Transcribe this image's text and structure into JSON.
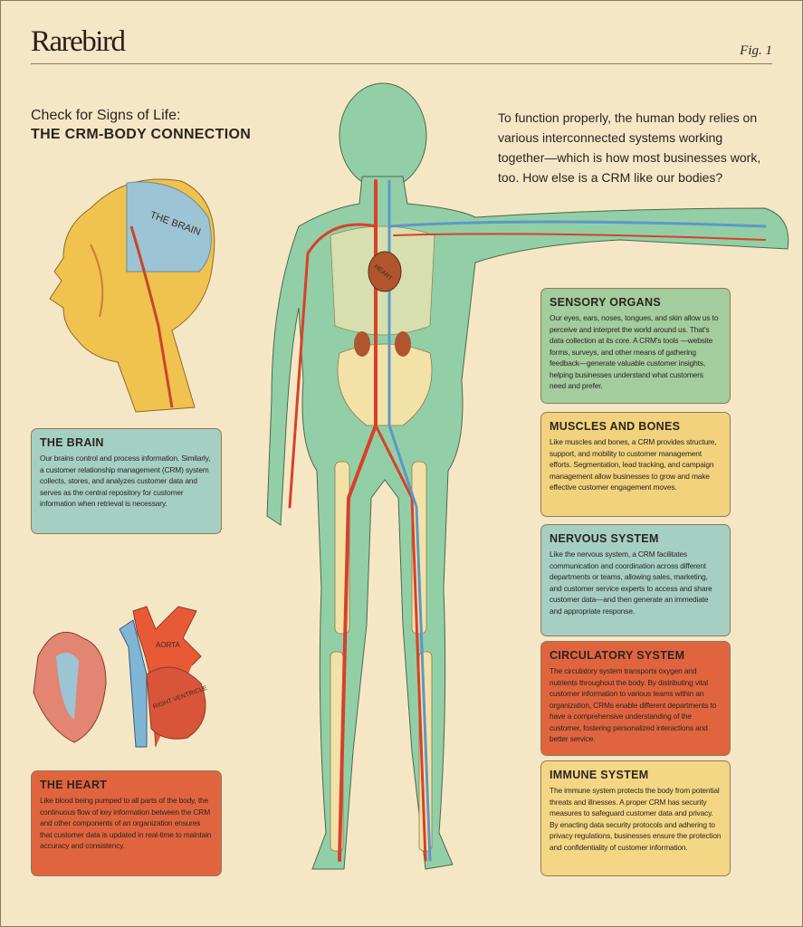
{
  "header": {
    "logo": "Rarebird",
    "fig": "Fig. 1"
  },
  "headline": {
    "kicker": "Check for Signs of Life:",
    "title": "THE CRM-BODY CONNECTION"
  },
  "intro": "To function properly, the human body relies on various interconnected systems working together—which is how most businesses work, too. How else is a CRM like our bodies?",
  "illustration_labels": {
    "brain": "THE BRAIN",
    "heart": "HEART",
    "aorta": "AORTA",
    "right_ventricle": "RIGHT VENTRICLE"
  },
  "cards": {
    "brain": {
      "title": "THE BRAIN",
      "body": "Our brains control and process information. Similarly, a customer relationship management (CRM) system collects, stores, and analyzes customer data and serves as the central repository for customer information when retrieval is necessary.",
      "color": "#a6cfc3"
    },
    "heart": {
      "title": "THE HEART",
      "body": "Like blood being pumped to all parts of the body, the continuous flow of key information between the CRM and other components of an organization ensures that customer data is updated in real-time to maintain accuracy and consistency.",
      "color": "#e0653f"
    },
    "sensory": {
      "title": "SENSORY ORGANS",
      "body": "Our eyes, ears, noses, tongues, and skin allow us to perceive and interpret the world around us. That's data collection at its core. A CRM's tools —website forms, surveys, and other means of gathering feedback—generate valuable customer insights, helping businesses understand what customers need and prefer.",
      "color": "#a3cd9d"
    },
    "muscles": {
      "title": "MUSCLES AND BONES",
      "body": "Like muscles and bones, a CRM provides structure, support, and mobility to customer management efforts. Segmentation, lead tracking, and campaign management allow businesses to grow and make effective customer engagement moves.",
      "color": "#f2d27d"
    },
    "nervous": {
      "title": "NERVOUS SYSTEM",
      "body": "Like the nervous system, a CRM facilitates communication and coordination across different departments or teams, allowing sales, marketing, and customer service experts to access and share customer data—and then generate an immediate and appropriate response.",
      "color": "#a6cfc3"
    },
    "circulatory": {
      "title": "CIRCULATORY SYSTEM",
      "body": "The circulatory system transports oxygen and nutrients throughout the body. By distributing vital customer information to various teams within an organization, CRMs enable different departments to have a comprehensive understanding of the customer, fostering personalized interactions and better service.",
      "color": "#e0653f"
    },
    "immune": {
      "title": "IMMUNE SYSTEM",
      "body": "The immune system protects the body from potential threats and illnesses. A proper CRM has security measures to safeguard customer data and privacy. By enacting data security protocols and adhering to privacy regulations, businesses ensure the protection and confidentiality of customer information.",
      "color": "#f4d785"
    }
  }
}
